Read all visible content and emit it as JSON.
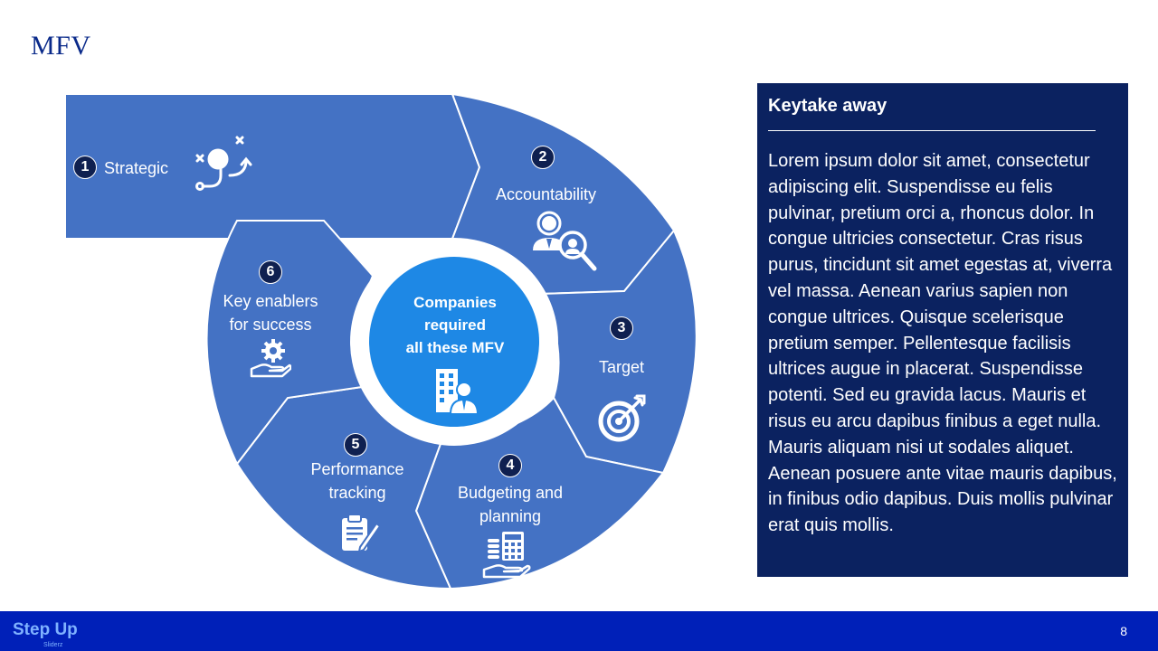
{
  "slide": {
    "title": "MFV",
    "page_number": "8"
  },
  "center": {
    "text": "Companies\nrequired\nall these MFV"
  },
  "segments": [
    {
      "number": "1",
      "label": "Strategic",
      "icon": "lightbulb-strategy-icon"
    },
    {
      "number": "2",
      "label": "Accountability",
      "icon": "people-search-icon"
    },
    {
      "number": "3",
      "label": "Target",
      "icon": "target-icon"
    },
    {
      "number": "4",
      "label": "Budgeting and\nplanning",
      "icon": "calculator-hand-icon"
    },
    {
      "number": "5",
      "label": "Performance\ntracking",
      "icon": "clipboard-icon"
    },
    {
      "number": "6",
      "label": "Key enablers\nfor success",
      "icon": "gear-hand-icon"
    }
  ],
  "panel": {
    "title": "Keytake away",
    "body": "Lorem ipsum dolor sit amet, consectetur adipiscing elit. Suspendisse eu felis pulvinar, pretium orci a, rhoncus dolor. In congue ultricies consectetur. Cras risus purus, tincidunt sit amet egestas at, viverra vel massa. Aenean varius sapien non congue ultrices. Quisque scelerisque pretium semper. Pellentesque facilisis ultrices augue in placerat. Suspendisse potenti. Sed eu gravida lacus. Mauris et risus eu arcu dapibus finibus a eget nulla. Mauris aliquam nisi ut sodales aliquet. Aenean posuere ante vitae mauris dapibus, in finibus odio dapibus. Duis mollis pulvinar erat quis mollis."
  },
  "footer": {
    "logo_text": "Step Up",
    "logo_sub": "Sliderz"
  },
  "colors": {
    "segment": "#4472c4",
    "center": "#1e88e5",
    "panel": "#0b2260",
    "footer": "#0020b8",
    "badge": "#0f2050"
  }
}
